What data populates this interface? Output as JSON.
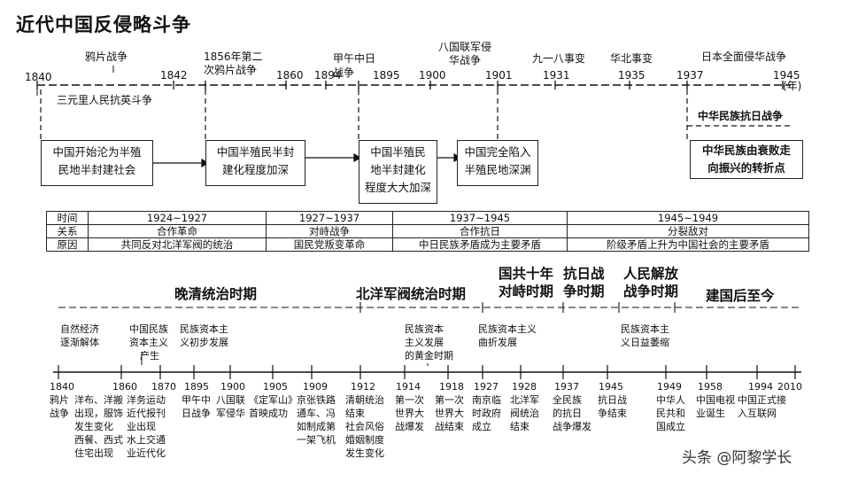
{
  "title": "近代中国反侵略斗争",
  "top_timeline": {
    "ticks": [
      {
        "year": "1840",
        "label": ""
      },
      {
        "year": "1842",
        "label": "鸦片战争"
      },
      {
        "year": "1856年第二次鸦片战争",
        "label": ""
      },
      {
        "year": "1860",
        "label": ""
      },
      {
        "year": "1894",
        "label": ""
      },
      {
        "year": "1895",
        "label": "甲午中日战争"
      },
      {
        "year": "1900",
        "label": ""
      },
      {
        "year": "1901",
        "label": "八国联军侵华战争"
      },
      {
        "year": "1931",
        "label": "九一八事变"
      },
      {
        "year": "1935",
        "label": "华北事变"
      },
      {
        "year": "1937",
        "label": ""
      },
      {
        "year": "1945",
        "label": "日本全面侵华战争"
      }
    ],
    "axis_unit": "(年)",
    "note_sanyuanli": "三元里人民抗英斗争",
    "note_war": "中华民族抗日战争",
    "boxes": [
      {
        "lines": [
          "中国开始沦为半殖",
          "民地半封建社会"
        ]
      },
      {
        "lines": [
          "中国半殖民半封",
          "建化程度加深"
        ]
      },
      {
        "lines": [
          "中国半殖民",
          "地半封建化",
          "程度大大加深"
        ]
      },
      {
        "lines": [
          "中国完全陷入",
          "半殖民地深渊"
        ]
      },
      {
        "lines": [
          "中华民族由衰败走",
          "向振兴的转折点"
        ]
      }
    ]
  },
  "relations_table": {
    "row_headers": [
      "时间",
      "关系",
      "原因"
    ],
    "columns": [
      {
        "time": "1924~1927",
        "relation": "合作革命",
        "reason": "共同反对北洋军阀的统治"
      },
      {
        "time": "1927~1937",
        "relation": "对峙战争",
        "reason": "国民党叛变革命"
      },
      {
        "time": "1937~1945",
        "relation": "合作抗日",
        "reason": "中日民族矛盾成为主要矛盾"
      },
      {
        "time": "1945~1949",
        "relation": "分裂敌对",
        "reason": "阶级矛盾上升为中国社会的主要矛盾"
      }
    ]
  },
  "periods": [
    {
      "label": "晚清统治时期"
    },
    {
      "label": "北洋军阀统治时期"
    },
    {
      "label": "国共十年对峙时期"
    },
    {
      "label": "抗日战争时期"
    },
    {
      "label": "人民解放战争时期"
    },
    {
      "label": "建国后至今"
    }
  ],
  "upper_events": [
    {
      "lines": [
        "自然经济",
        "逐渐解体"
      ]
    },
    {
      "lines": [
        "中国民族",
        "资本主义",
        "产生"
      ]
    },
    {
      "lines": [
        "民族资本主",
        "义初步发展"
      ]
    },
    {
      "lines": [
        "民族资本",
        "主义发展",
        "的黄金时期"
      ]
    },
    {
      "lines": [
        "民族资本主义",
        "曲折发展"
      ]
    },
    {
      "lines": [
        "民族资本主",
        "义日益萎缩"
      ]
    }
  ],
  "bottom_years": [
    "1840",
    "1860",
    "1870",
    "1895",
    "1900",
    "1905",
    "1909",
    "1912",
    "1914",
    "1918",
    "1927",
    "1928",
    "1937",
    "1945",
    "1949",
    "1958",
    "1994",
    "2010"
  ],
  "lower_events": [
    {
      "lines": [
        "鸦片",
        "战争"
      ]
    },
    {
      "lines": [
        "洋布、洋搬",
        "出现，服饰",
        "发生变化",
        "西餐、西式",
        "住宅出现"
      ]
    },
    {
      "lines": [
        "洋务运动",
        "近代报刊",
        "业出现",
        "水上交通",
        "业近代化"
      ]
    },
    {
      "lines": [
        "甲午中",
        "日战争"
      ]
    },
    {
      "lines": [
        "八国联",
        "军侵华"
      ]
    },
    {
      "lines": [
        "《定军山》",
        "首映成功"
      ]
    },
    {
      "lines": [
        "京张铁路",
        "通车、冯",
        "如制成第",
        "一架飞机"
      ]
    },
    {
      "lines": [
        "清朝统治",
        "结束",
        "社会风俗",
        "婚姻制度",
        "发生变化"
      ]
    },
    {
      "lines": [
        "第一次",
        "世界大",
        "战爆发"
      ]
    },
    {
      "lines": [
        "第一次",
        "世界大",
        "战结束"
      ]
    },
    {
      "lines": [
        "南京临",
        "时政府",
        "成立"
      ]
    },
    {
      "lines": [
        "北洋军",
        "阀统治",
        "结束"
      ]
    },
    {
      "lines": [
        "全民族",
        "的抗日",
        "战争爆发"
      ]
    },
    {
      "lines": [
        "抗日战",
        "争结束"
      ]
    },
    {
      "lines": [
        "中华人",
        "民共和",
        "国成立"
      ]
    },
    {
      "lines": [
        "中国电视",
        "业诞生"
      ]
    },
    {
      "lines": [
        "中国正式接",
        "入互联网"
      ]
    }
  ],
  "watermark": "头条 @阿黎学长"
}
